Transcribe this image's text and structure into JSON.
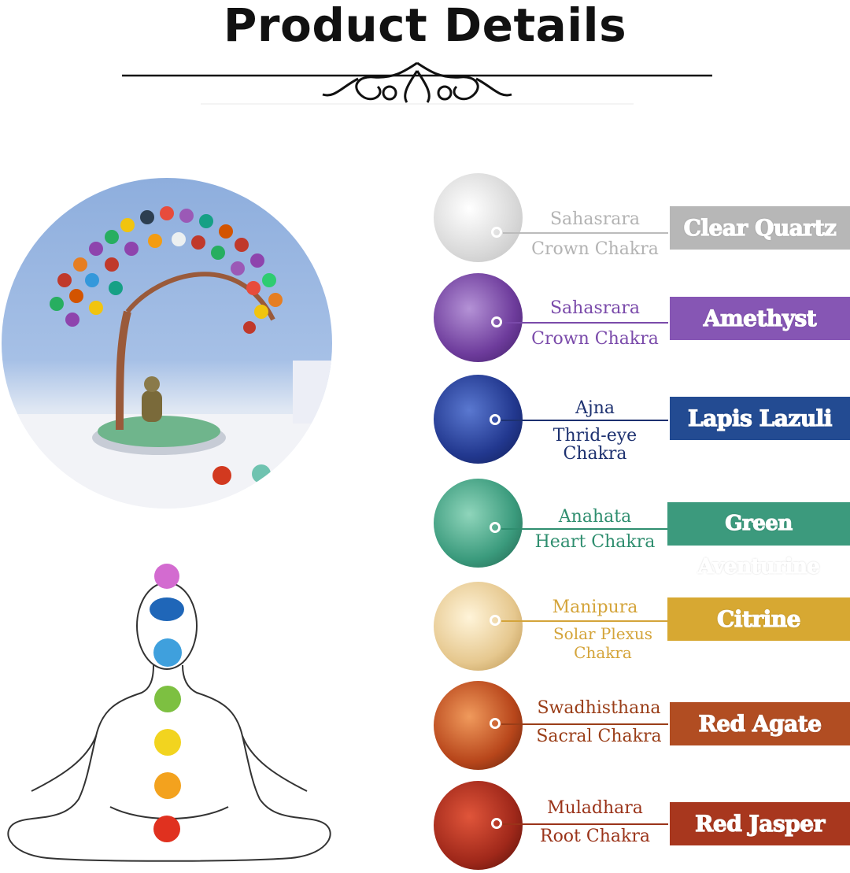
{
  "page": {
    "title": "Product Details"
  },
  "stones": [
    {
      "chakra_line1": "Sahasrara",
      "chakra_line2": "Crown Chakra",
      "stone": "Clear Quartz",
      "color": "#b7b7b7",
      "label_color": "#b3b3b3"
    },
    {
      "chakra_line1": "Sahasrara",
      "chakra_line2": "Crown Chakra",
      "stone": "Amethyst",
      "color": "#8656b4",
      "label_color": "#7a4aaa"
    },
    {
      "chakra_line1": "Ajna",
      "chakra_line2": "Thrid-eye Chakra",
      "stone": "Lapis Lazuli",
      "color": "#234b92",
      "label_color": "#1d3170"
    },
    {
      "chakra_line1": "Anahata",
      "chakra_line2": "Heart Chakra",
      "stone": "Green Aventurine",
      "color": "#3c9a7d",
      "label_color": "#2f8e6f"
    },
    {
      "chakra_line1": "Manipura",
      "chakra_line2": "Solar Plexus Chakra",
      "stone": "Citrine",
      "color": "#d7a832",
      "label_color": "#d4a43a"
    },
    {
      "chakra_line1": "Swadhisthana",
      "chakra_line2": "Sacral Chakra",
      "stone": "Red Agate",
      "color": "#b14d22",
      "label_color": "#9a3e18"
    },
    {
      "chakra_line1": "Muladhara",
      "chakra_line2": "Root Chakra",
      "stone": "Red Jasper",
      "color": "#a8371e",
      "label_color": "#9a3319"
    }
  ]
}
